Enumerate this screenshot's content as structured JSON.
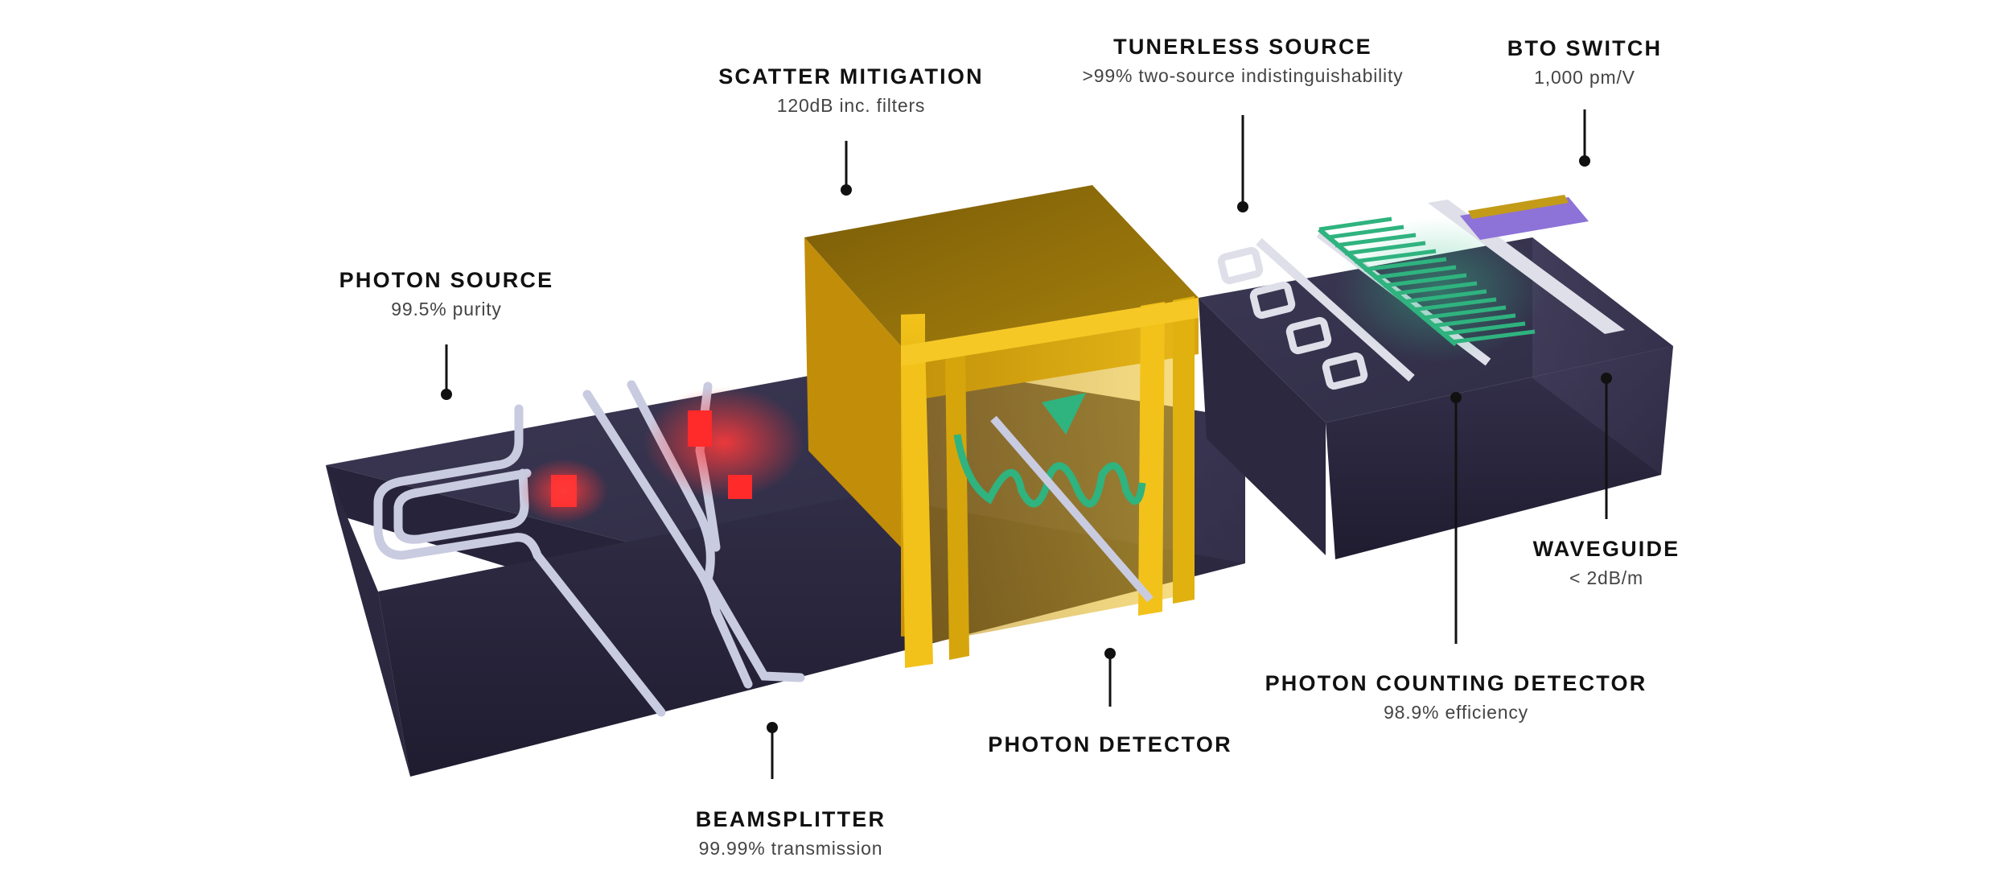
{
  "callouts": {
    "scatter_mitigation": {
      "title": "SCATTER MITIGATION",
      "subtitle": "120dB inc. filters"
    },
    "tunerless_source": {
      "title": "TUNERLESS SOURCE",
      "subtitle": ">99% two-source indistinguishability"
    },
    "bto_switch": {
      "title": "BTO SWITCH",
      "subtitle": "1,000 pm/V"
    },
    "photon_source": {
      "title": "PHOTON SOURCE",
      "subtitle": "99.5% purity"
    },
    "waveguide": {
      "title": "WAVEGUIDE",
      "subtitle": "< 2dB/m"
    },
    "photon_counting_detector": {
      "title": "PHOTON COUNTING DETECTOR",
      "subtitle": "98.9% efficiency"
    },
    "photon_detector": {
      "title": "PHOTON DETECTOR",
      "subtitle": ""
    },
    "beamsplitter": {
      "title": "BEAMSPLITTER",
      "subtitle": "99.99% transmission"
    }
  },
  "colors": {
    "chip_top": "#3a3650",
    "chip_front": "#2a2740",
    "gold": "#e0b10f",
    "waveguide": "#c9cbe0",
    "heater_red": "#ff2a2a",
    "detector_green": "#2fb37f",
    "bto_purple": "#8d72d8",
    "ink": "#111111"
  }
}
